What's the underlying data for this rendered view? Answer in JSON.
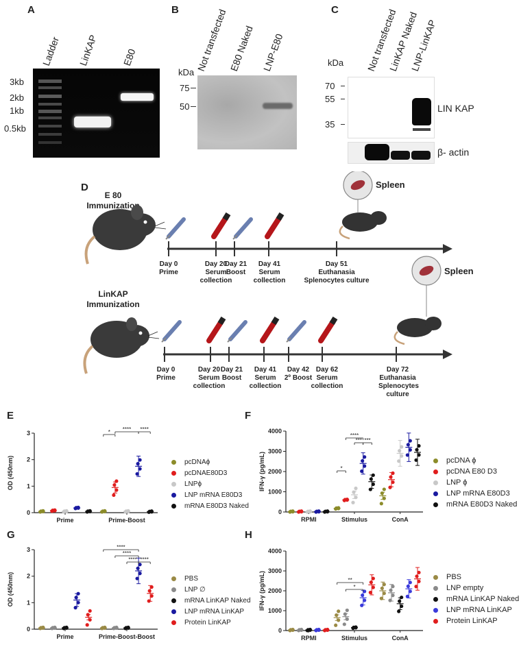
{
  "panels": {
    "A": "A",
    "B": "B",
    "C": "C",
    "D": "D",
    "E": "E",
    "F": "F",
    "G": "G",
    "H": "H"
  },
  "panelA": {
    "lanes": [
      "Ladder",
      "LinKAP",
      "E80"
    ],
    "sizes": [
      "3kb",
      "2kb",
      "1kb",
      "0.5kb"
    ]
  },
  "panelB": {
    "kda": "kDa",
    "lanes": [
      "Not transfected",
      "E80 Naked",
      "LNP-E80"
    ],
    "markers": [
      "75",
      "50"
    ]
  },
  "panelC": {
    "kda": "kDa",
    "lanes": [
      "Not transfected",
      "LinKAP Naked",
      "LNP-LinKAP"
    ],
    "markers": [
      "70",
      "55",
      "35"
    ],
    "band_label": "LIN KAP",
    "actin_label": "β- actin"
  },
  "panelD": {
    "e80_title": "E 80\nImmunization",
    "linkap_title": "LinKAP\nImmunization",
    "spleen": "Spleen",
    "e80_events": [
      {
        "day": "Day 0",
        "desc": "Prime"
      },
      {
        "day": "Day 20",
        "desc": "Serum\ncollection"
      },
      {
        "day": "Day 21",
        "desc": "Boost"
      },
      {
        "day": "Day 41",
        "desc": "Serum\ncollection"
      },
      {
        "day": "Day 51",
        "desc": "Euthanasia\nSplenocytes culture"
      }
    ],
    "linkap_events": [
      {
        "day": "Day 0",
        "desc": "Prime"
      },
      {
        "day": "Day 20",
        "desc": "Serum\ncollection"
      },
      {
        "day": "Day 21",
        "desc": "Boost"
      },
      {
        "day": "Day 41",
        "desc": "Serum\ncollection"
      },
      {
        "day": "Day 42",
        "desc": "2º Boost"
      },
      {
        "day": "Day 62",
        "desc": "Serum\ncollection"
      },
      {
        "day": "Day 72",
        "desc": "Euthanasia\nSplenocytes\nculture"
      }
    ]
  },
  "colors": {
    "olive": "#8c8c2a",
    "red": "#e01d1d",
    "lightgray": "#c8c8c8",
    "navy": "#1a1aa0",
    "black": "#111111",
    "gold": "#9a8a45",
    "gray": "#8a8a8a",
    "blue": "#3b3bdb",
    "tube": "#b5161a"
  },
  "chart_data": [
    {
      "panel": "E",
      "type": "scatter",
      "ylabel": "OD (450nm)",
      "ylim": [
        0,
        3
      ],
      "yticks": [
        "0",
        "1",
        "2",
        "3"
      ],
      "categories": [
        "Prime",
        "Prime-Boost"
      ],
      "series": [
        {
          "name": "pcDNAϕ",
          "values": [
            0.05,
            0.05
          ]
        },
        {
          "name": "pcDNAE80D3",
          "values": [
            0.08,
            0.95
          ]
        },
        {
          "name": "LNPϕ",
          "values": [
            0.05,
            0.05
          ]
        },
        {
          "name": "LNP mRNA E80D3",
          "values": [
            0.18,
            1.75
          ]
        },
        {
          "name": "mRNA E80D3 Naked",
          "values": [
            0.05,
            0.04
          ]
        }
      ],
      "significance": [
        "*",
        "****",
        "****"
      ]
    },
    {
      "panel": "F",
      "type": "scatter",
      "ylabel": "IFN-γ (pg/mL)",
      "ylim": [
        0,
        4000
      ],
      "yticks": [
        "0",
        "1000",
        "2000",
        "3000",
        "4000"
      ],
      "categories": [
        "RPMI",
        "Stimulus",
        "ConA"
      ],
      "series": [
        {
          "name": "pcDNA ϕ",
          "values": [
            20,
            180,
            800
          ]
        },
        {
          "name": "pcDNA E80 D3",
          "values": [
            20,
            600,
            1600
          ]
        },
        {
          "name": "LNP ϕ",
          "values": [
            20,
            850,
            2900
          ]
        },
        {
          "name": "LNP mRNA E80D3",
          "values": [
            20,
            2400,
            3200
          ]
        },
        {
          "name": "mRNA E80D3 Naked",
          "values": [
            20,
            1500,
            2950
          ]
        }
      ],
      "significance": [
        "*",
        "****",
        "***",
        "***"
      ]
    },
    {
      "panel": "G",
      "type": "scatter",
      "ylabel": "OD (450nm)",
      "ylim": [
        0,
        3
      ],
      "yticks": [
        "0",
        "1",
        "2",
        "3"
      ],
      "categories": [
        "Prime",
        "Prime-Boost-Boost"
      ],
      "series": [
        {
          "name": "PBS",
          "values": [
            0.05,
            0.05
          ]
        },
        {
          "name": "LNP ∅",
          "values": [
            0.05,
            0.05
          ]
        },
        {
          "name": "mRNA LinKAP Naked",
          "values": [
            0.05,
            0.05
          ]
        },
        {
          "name": "LNP mRNA LinKAP",
          "values": [
            1.1,
            2.2
          ]
        },
        {
          "name": "Protein LinKAP",
          "values": [
            0.45,
            1.35
          ]
        }
      ],
      "significance": [
        "****",
        "****",
        "****",
        "****"
      ]
    },
    {
      "panel": "H",
      "type": "scatter",
      "ylabel": "IFN-γ (pg/mL)",
      "ylim": [
        0,
        4000
      ],
      "yticks": [
        "0",
        "1000",
        "2000",
        "3000",
        "4000"
      ],
      "categories": [
        "RPMI",
        "Stimulus",
        "ConA"
      ],
      "series": [
        {
          "name": "PBS",
          "values": [
            30,
            650,
            2000
          ]
        },
        {
          "name": "LNP empty",
          "values": [
            30,
            700,
            1900
          ]
        },
        {
          "name": "mRNA LinKAP Naked",
          "values": [
            30,
            150,
            1350
          ]
        },
        {
          "name": "LNP mRNA LinKAP",
          "values": [
            30,
            1650,
            2100
          ]
        },
        {
          "name": "Protein LinKAP",
          "values": [
            30,
            2300,
            2600
          ]
        }
      ],
      "significance": [
        "**",
        "*"
      ]
    }
  ]
}
